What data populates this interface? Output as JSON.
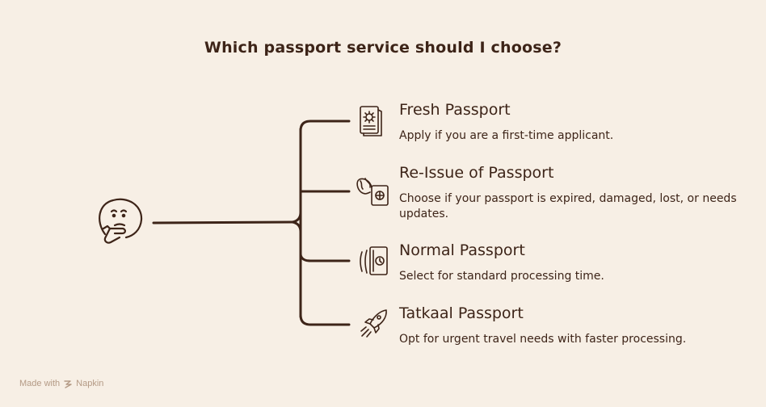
{
  "title": "Which passport service should I choose?",
  "options": [
    {
      "label": "Fresh Passport",
      "description": "Apply if you are a first-time applicant.",
      "icon": "passport-document-icon"
    },
    {
      "label": "Re-Issue of Passport",
      "description": "Choose if your passport is expired, damaged, lost, or needs updates.",
      "icon": "globe-passport-icon"
    },
    {
      "label": "Normal Passport",
      "description": "Select for standard processing time.",
      "icon": "passport-clock-icon"
    },
    {
      "label": "Tatkaal Passport",
      "description": "Opt for urgent travel needs with faster processing.",
      "icon": "rocket-icon"
    }
  ],
  "root_icon": "thinking-face-icon",
  "footer": {
    "made_with": "Made with",
    "brand": "Napkin"
  },
  "colors": {
    "background": "#f7efe5",
    "ink": "#3d2418",
    "footer": "#b49a85"
  }
}
